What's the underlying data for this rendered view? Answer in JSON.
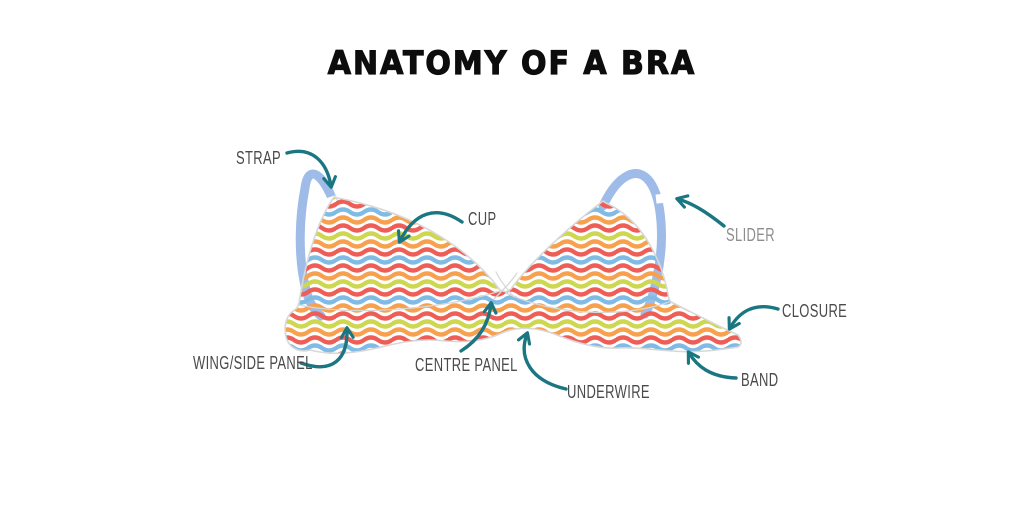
{
  "title": "ANATOMY OF A BRA",
  "diagram": {
    "labels": {
      "strap": {
        "text": "STRAP"
      },
      "cup": {
        "text": "CUP"
      },
      "slider": {
        "text": "SLIDER"
      },
      "wing": {
        "text": "WING/SIDE PANEL"
      },
      "centre": {
        "text": "CENTRE PANEL"
      },
      "underwire": {
        "text": "UNDERWIRE"
      },
      "closure": {
        "text": "CLOSURE"
      },
      "band": {
        "text": "BAND"
      }
    },
    "colors": {
      "background": "#ffffff",
      "title_ink": "#0d0d0d",
      "label_dark": "#4a4a4a",
      "label_light": "#8e8e8e",
      "arrow": "#1a7680",
      "strap_blue": "#9fbce8",
      "stripe_red": "#ee5e57",
      "stripe_orange": "#f7a04e",
      "stripe_lime": "#cdd74f",
      "stripe_blue": "#7fbbe4",
      "outline": "#d8d8d8"
    }
  }
}
